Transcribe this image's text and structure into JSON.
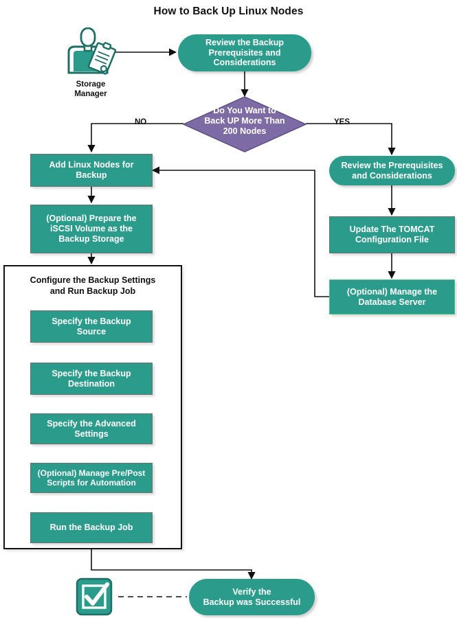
{
  "title": "How to Back Up Linux Nodes",
  "colors": {
    "process_fill": "#2b9c8b",
    "process_border": "#6f6f6f",
    "optional_db_border": "#4cc27f",
    "decision_fill": "#7d6ba6",
    "decision_border": "#5d4d86",
    "terminator_fill": "#2b9c8b",
    "group_border": "#111111",
    "connector": "#111111",
    "text_on_fill": "#ffffff",
    "text_dark": "#111111",
    "actor_icon": "#1d6f66"
  },
  "actor": {
    "icon": "storage-manager-person-icon",
    "label_line1": "Storage",
    "label_line2": "Manager"
  },
  "nodes": {
    "review_backup_prereq": {
      "shape": "terminator",
      "line1": "Review the Backup",
      "line2": "Prerequisites and",
      "line3": "Considerations"
    },
    "decision": {
      "shape": "decision",
      "line1": "Do You Want to",
      "line2": "Back UP More Than",
      "line3": "200  Nodes"
    },
    "add_linux_nodes": {
      "shape": "process",
      "line1": "Add Linux Nodes for",
      "line2": "Backup"
    },
    "prepare_iscsi": {
      "shape": "process",
      "line1": "(Optional) Prepare the",
      "line2": "iSCSI Volume as the",
      "line3": "Backup Storage"
    },
    "configure_group": {
      "shape": "group",
      "line1": "Configure the Backup Settings",
      "line2": "and Run Backup Job"
    },
    "specify_source": {
      "shape": "process",
      "line1": "Specify the Backup",
      "line2": "Source"
    },
    "specify_destination": {
      "shape": "process",
      "line1": "Specify the Backup",
      "line2": "Destination"
    },
    "specify_advanced": {
      "shape": "process",
      "line1": "Specify the Advanced",
      "line2": "Settings"
    },
    "manage_scripts": {
      "shape": "process",
      "line1": "(Optional) Manage Pre/Post",
      "line2": "Scripts for Automation"
    },
    "run_backup_job": {
      "shape": "process",
      "line1": "Run the Backup Job"
    },
    "review_prereq_right": {
      "shape": "terminator",
      "line1": "Review the Prerequisites",
      "line2": "and Considerations"
    },
    "update_tomcat": {
      "shape": "process",
      "line1": "Update The TOMCAT",
      "line2": "Configuration File"
    },
    "manage_database": {
      "shape": "process",
      "line1": "(Optional) Manage the",
      "line2": "Database Server"
    },
    "verify_backup": {
      "shape": "terminator",
      "line1": "Verify the",
      "line2": "Backup was Successful"
    },
    "verify_icon": {
      "shape": "icon",
      "icon": "checkmark-box-icon"
    }
  },
  "edge_labels": {
    "no": "NO",
    "yes": "YES"
  }
}
